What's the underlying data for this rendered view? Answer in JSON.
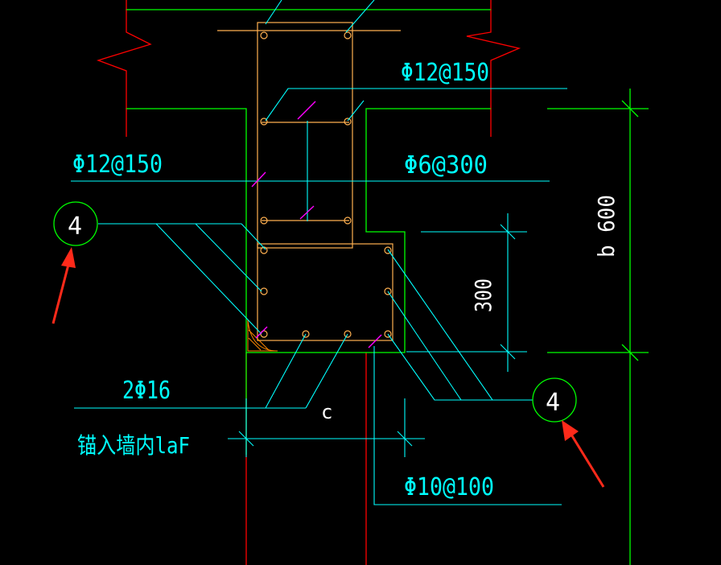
{
  "labels": {
    "top_slab_rebar": "Φ12@150",
    "left_slab_rebar": "Φ12@150",
    "stirrup_tie": "Φ6@300",
    "bottom_bars": "2Φ16",
    "anchor_note": "锚入墙内laF",
    "cover": "c",
    "height_300": "300",
    "height_600": "b 600",
    "stirrups": "Φ10@100",
    "callout_left": "4",
    "callout_right": "4"
  },
  "colors": {
    "background": "#000000",
    "wall": "#ff0000",
    "concrete": "#00ff00",
    "rebar": "#ffb050",
    "leader": "#00ffff",
    "tick": "#ff00ff",
    "arrow": "#ff2a1a",
    "callout": "#00ff00"
  }
}
